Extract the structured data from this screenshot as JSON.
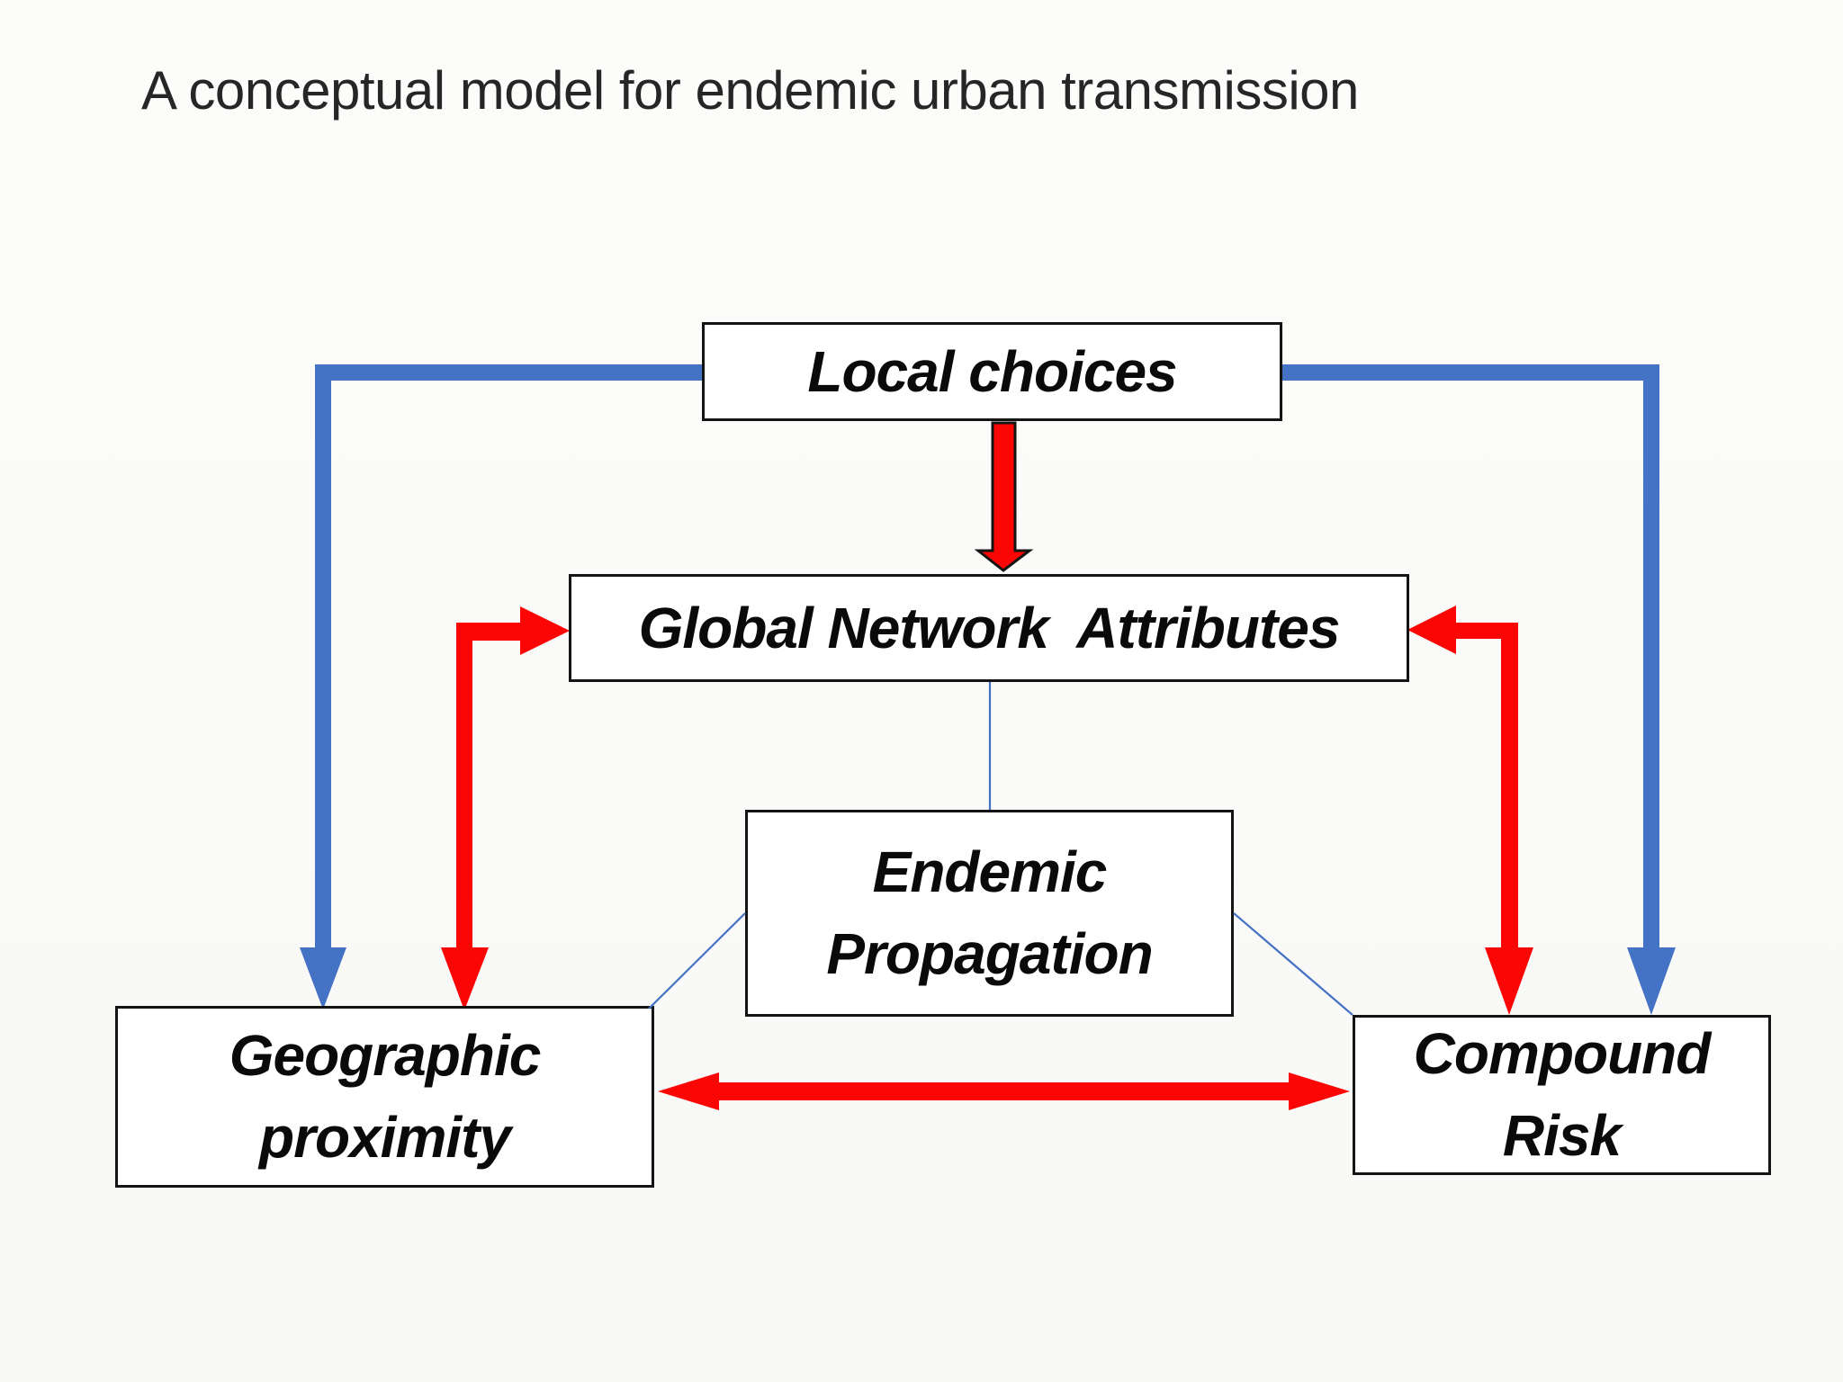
{
  "title": "A conceptual model for endemic urban transmission",
  "nodes": {
    "local_choices": {
      "label": "Local choices"
    },
    "global_network_attributes": {
      "label": "Global Network  Attributes"
    },
    "endemic_propagation": {
      "label": "Endemic\nPropagation"
    },
    "geographic_proximity": {
      "label": "Geographic\nproximity"
    },
    "compound_risk": {
      "label": "Compound\nRisk"
    }
  },
  "edges": [
    {
      "from": "Local choices",
      "to": "Geographic proximity",
      "color": "blue",
      "style": "thick-elbow-arrow",
      "heads": "single"
    },
    {
      "from": "Local choices",
      "to": "Compound Risk",
      "color": "blue",
      "style": "thick-elbow-arrow",
      "heads": "single"
    },
    {
      "from": "Local choices",
      "to": "Global Network Attributes",
      "color": "red",
      "style": "thick-straight-arrow-black-outline",
      "heads": "single"
    },
    {
      "from": "Global Network Attributes",
      "to": "Geographic proximity",
      "color": "red",
      "style": "thick-elbow-arrow",
      "heads": "double"
    },
    {
      "from": "Global Network Attributes",
      "to": "Compound Risk",
      "color": "red",
      "style": "thick-elbow-arrow",
      "heads": "double"
    },
    {
      "from": "Geographic proximity",
      "to": "Compound Risk",
      "color": "red",
      "style": "thick-straight-arrow",
      "heads": "double"
    },
    {
      "from": "Endemic Propagation",
      "to": "Global Network Attributes",
      "color": "blue",
      "style": "thin-line",
      "heads": "none"
    },
    {
      "from": "Endemic Propagation",
      "to": "Geographic proximity",
      "color": "blue",
      "style": "thin-line",
      "heads": "none"
    },
    {
      "from": "Endemic Propagation",
      "to": "Compound Risk",
      "color": "blue",
      "style": "thin-line",
      "heads": "none"
    }
  ],
  "colors": {
    "arrow_blue": "#4472C4",
    "arrow_red": "#FB0505",
    "connector_blue": "#4472C4",
    "box_border": "#141414",
    "box_fill": "#FFFFFF",
    "label_color": "#0A0A0A",
    "title_color": "#262626",
    "background": "#FCFCFB"
  }
}
